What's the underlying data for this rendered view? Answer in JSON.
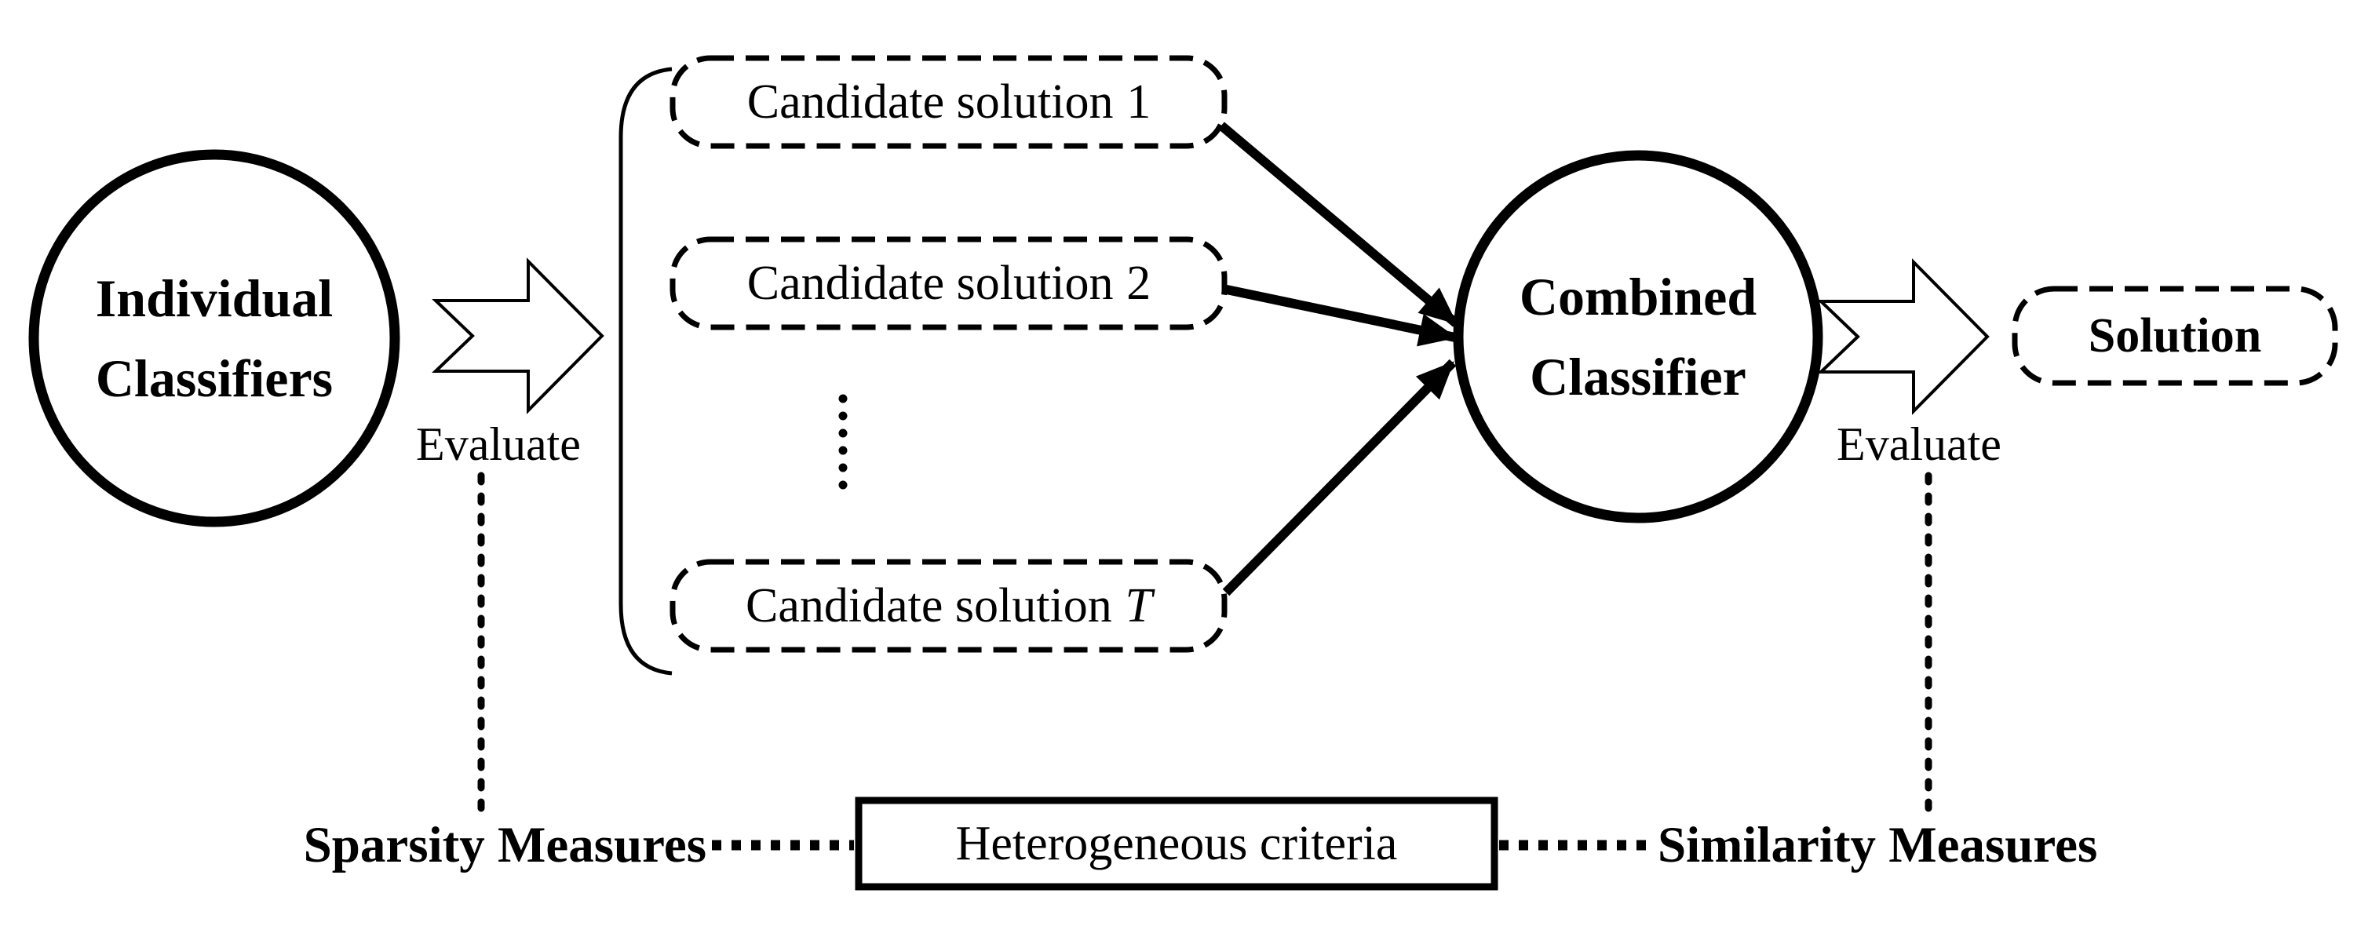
{
  "diagram": {
    "nodes": {
      "individual": {
        "line1": "Individual",
        "line2": "Classifiers"
      },
      "combined": {
        "line1": "Combined",
        "line2": "Classifier"
      },
      "solution": {
        "label": "Solution"
      },
      "heterogeneous": {
        "label": "Heterogeneous criteria"
      }
    },
    "candidates": [
      {
        "prefix": "Candidate solution",
        "suffix": "1"
      },
      {
        "prefix": "Candidate solution",
        "suffix": "2"
      },
      {
        "prefix": "Candidate solution",
        "suffix": "T"
      }
    ],
    "evaluate": {
      "left": "Evaluate",
      "right": "Evaluate"
    },
    "measures": {
      "sparsity": "Sparsity Measures",
      "similarity": "Similarity Measures"
    },
    "colors": {
      "ink": "#000000",
      "background": "#ffffff"
    }
  }
}
